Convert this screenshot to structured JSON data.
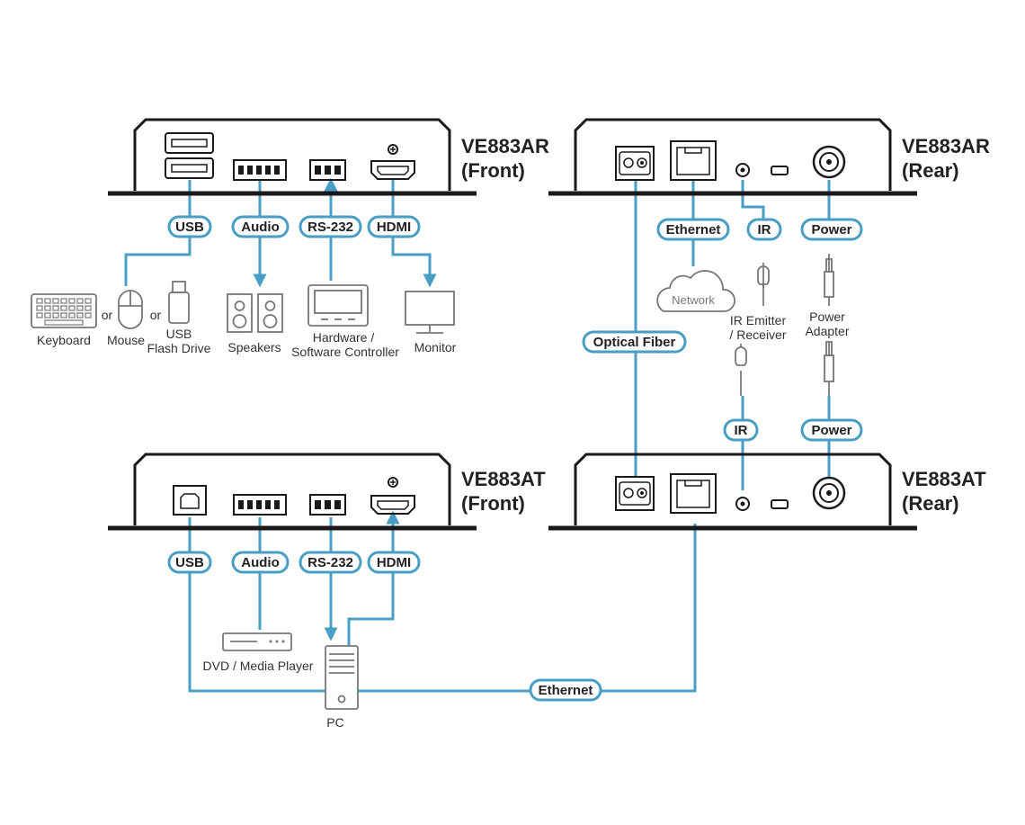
{
  "colors": {
    "connection": "#4a9ec4",
    "device": "#1a1a1a",
    "peripheral": "#777777",
    "background": "#ffffff"
  },
  "units": {
    "ar_front": {
      "model": "VE883AR",
      "side": "(Front)"
    },
    "ar_rear": {
      "model": "VE883AR",
      "side": "(Rear)"
    },
    "at_front": {
      "model": "VE883AT",
      "side": "(Front)"
    },
    "at_rear": {
      "model": "VE883AT",
      "side": "(Rear)"
    }
  },
  "pills": {
    "ar_usb": "USB",
    "ar_audio": "Audio",
    "ar_rs232": "RS-232",
    "ar_hdmi": "HDMI",
    "at_usb": "USB",
    "at_audio": "Audio",
    "at_rs232": "RS-232",
    "at_hdmi": "HDMI",
    "ar_ethernet": "Ethernet",
    "ar_ir": "IR",
    "ar_power": "Power",
    "optical": "Optical Fiber",
    "at_ir": "IR",
    "at_power": "Power",
    "pc_ethernet": "Ethernet"
  },
  "labels": {
    "keyboard": "Keyboard",
    "or1": "or",
    "mouse": "Mouse",
    "or2": "or",
    "usb_flash_1": "USB",
    "usb_flash_2": "Flash Drive",
    "speakers": "Speakers",
    "controller_1": "Hardware /",
    "controller_2": "Software Controller",
    "monitor": "Monitor",
    "network": "Network",
    "ir_1": "IR Emitter",
    "ir_2": "/ Receiver",
    "power_1": "Power",
    "power_2": "Adapter",
    "dvd": "DVD / Media Player",
    "pc": "PC"
  },
  "icons": [
    "keyboard-icon",
    "mouse-icon",
    "usb-flash-drive-icon",
    "speakers-icon",
    "controller-icon",
    "monitor-icon",
    "network-cloud-icon",
    "ir-emitter-icon",
    "power-adapter-icon",
    "dvd-player-icon",
    "pc-icon"
  ]
}
